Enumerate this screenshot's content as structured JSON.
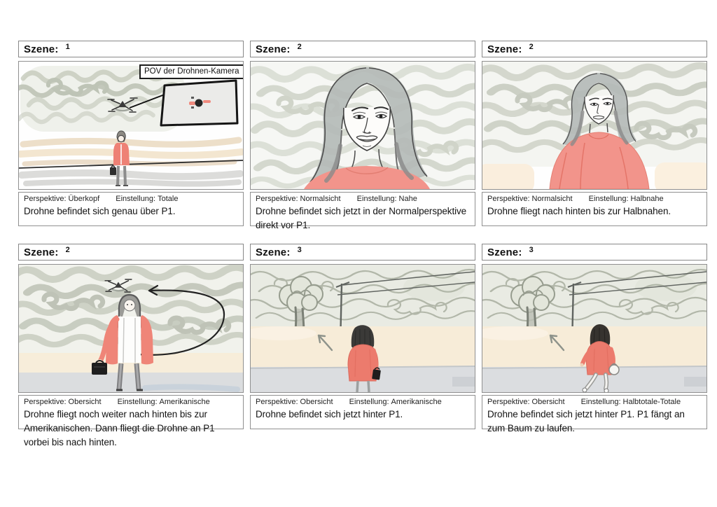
{
  "colors": {
    "accent_coral": "#ee7f72",
    "sketch_sky_gray": "#c6cbbc",
    "ground_beige": "#f6ebd7",
    "ground_gray": "#dbdde0",
    "panel_border": "#909090"
  },
  "panels": [
    {
      "scene_word": "Szene:",
      "scene_number": "1",
      "sketch": "drone-over-person-with-pov-inset",
      "callout": "POV der Drohnen-Kamera",
      "meta": {
        "perspective_label": "Perspektive:",
        "perspective": "Überkopf",
        "setting_label": "Einstellung:",
        "setting": "Totale"
      },
      "description": "Drohne befindet sich genau über P1."
    },
    {
      "scene_word": "Szene:",
      "scene_number": "2",
      "sketch": "woman-face-close-up",
      "meta": {
        "perspective_label": "Perspektive:",
        "perspective": "Normalsicht",
        "setting_label": "Einstellung:",
        "setting": "Nahe"
      },
      "description": "Drohne befindet sich jetzt in der Normalperspektive direkt vor P1."
    },
    {
      "scene_word": "Szene:",
      "scene_number": "2",
      "sketch": "woman-medium-close-up",
      "meta": {
        "perspective_label": "Perspektive:",
        "perspective": "Normalsicht",
        "setting_label": "Einstellung:",
        "setting": "Halbnahe"
      },
      "description": "Drohne fliegt nach hinten bis zur Halbnahen."
    },
    {
      "scene_word": "Szene:",
      "scene_number": "2",
      "sketch": "drone-behind-person-curved-path",
      "meta": {
        "perspective_label": "Perspektive:",
        "perspective": "Obersicht",
        "setting_label": "Einstellung:",
        "setting": "Amerikanische"
      },
      "description": "Drohne fliegt noch weiter nach hinten bis zur Amerikanischen. Dann fliegt die Drohne an P1 vorbei bis nach hinten."
    },
    {
      "scene_word": "Szene:",
      "scene_number": "3",
      "sketch": "person-facing-tree-from-behind",
      "meta": {
        "perspective_label": "Perspektive:",
        "perspective": "Obersicht",
        "setting_label": "Einstellung:",
        "setting": "Amerikanische"
      },
      "description": "Drohne befindet sich jetzt hinter P1."
    },
    {
      "scene_word": "Szene:",
      "scene_number": "3",
      "sketch": "person-walking-toward-tree",
      "meta": {
        "perspective_label": "Perspektive:",
        "perspective": "Obersicht",
        "setting_label": "Einstellung:",
        "setting": "Halbtotale-Totale"
      },
      "description": "Drohne befindet sich jetzt hinter P1. P1 fängt an zum Baum zu laufen."
    }
  ]
}
